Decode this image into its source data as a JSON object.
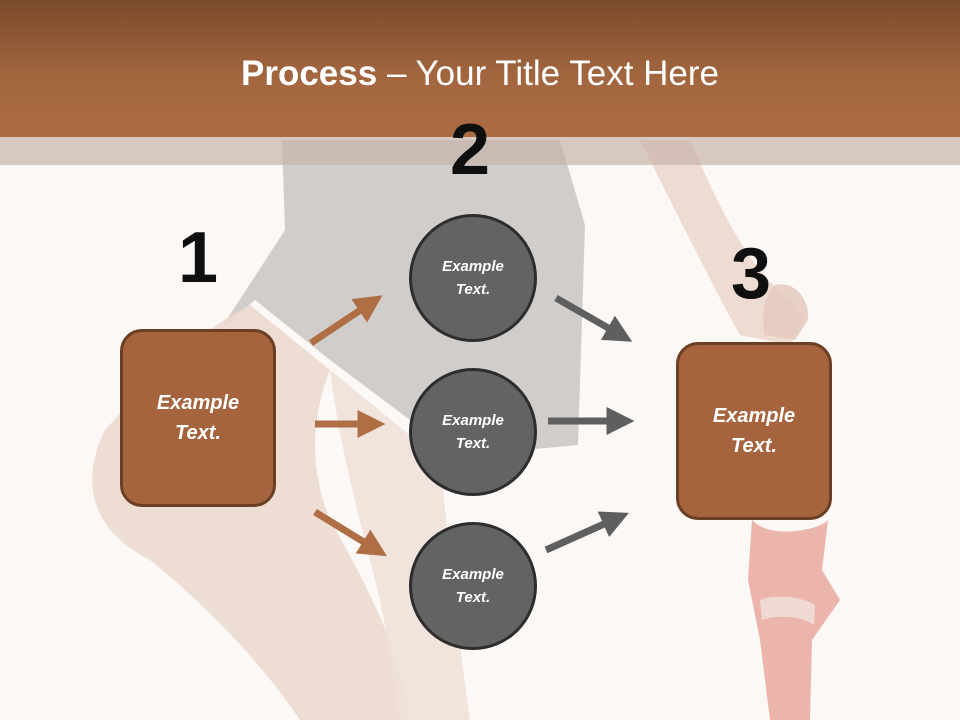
{
  "title": {
    "bold": "Process",
    "rest": " – Your Title Text Here"
  },
  "steps": {
    "one": "1",
    "two": "2",
    "three": "3"
  },
  "left_box": {
    "label": "Example Text."
  },
  "circles": [
    {
      "label": "Example Text."
    },
    {
      "label": "Example Text."
    },
    {
      "label": "Example Text."
    }
  ],
  "right_box": {
    "label": "Example Text."
  },
  "colors": {
    "brown": "#a5643d",
    "gray": "#636363",
    "arrow_brown": "#b06e45",
    "arrow_gray": "#5f5f5f"
  }
}
